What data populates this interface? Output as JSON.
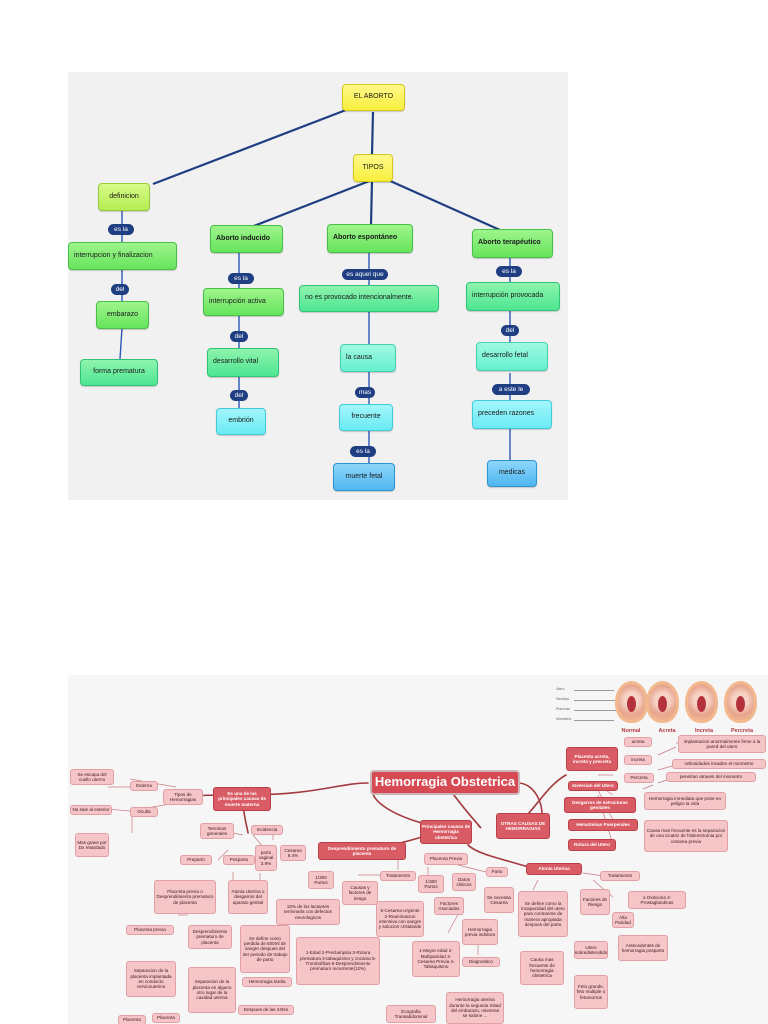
{
  "map1": {
    "root": "EL ABORTO",
    "tipos": "TIPOS",
    "definicion": "definicion",
    "es_la_1": "es la",
    "interrupcion_finalizacion": "interrupcion y finalizacion",
    "del_1": "del",
    "embarazo": "embarazo",
    "forma_prematura": "forma prematura",
    "inducido": "Aborto inducido",
    "es_la_2": "es la",
    "interrupcion_activa": "interrupción activa",
    "del_2": "del",
    "desarrollo_vital": "desarrollo vital",
    "del_3": "del",
    "embrion": "embrión",
    "espontaneo": "Aborto espontáneo",
    "es_aquel_que": "es aquel que",
    "no_provocado": "no es provocado intencionalmente.",
    "la_causa": "la causa",
    "mas": "mas",
    "frecuente": "frecuente",
    "es_la_3": "es la",
    "muerte_fetal": "muerte fetal",
    "terapeutico": "Aborto terapéutico",
    "es_la_4": "es la",
    "interrupcion_provocada": "interrupción provocada",
    "del_4": "del",
    "desarrollo_fetal": "desarrollo fetal",
    "a_este_le": "a este le",
    "preceden_razones": "preceden razones",
    "medicas": "medicas"
  },
  "map2": {
    "title": "Hemorragia Obstetrica",
    "uterus_labels": [
      "Normal",
      "Acreta",
      "Increta",
      "Percreta"
    ],
    "legend_labels": [
      "Útero",
      "Decidua",
      "Placenta",
      "Miometrio"
    ],
    "nodes": {
      "n1": "Se escapa del cuello uterno",
      "n2": "Externa",
      "n3": "Tipos de Hemorragias",
      "n4": "Es una de las principales causas de muerte materna",
      "n5": "No sale al exterior",
      "n6": "Oculta",
      "n7": "Mas grave por Dx retardado",
      "n8": "Terminos generales",
      "n9": "Incidencia",
      "n10": "Preparto",
      "n11": "Posparto",
      "n12": "parto vaginal 3.9%",
      "n13": "Cesarea 6.4%",
      "n14": "Placenta previa o Desprendimiento prematuro de placenta",
      "n15": "Atonia Uterina o desgarros del aparato genital",
      "n16": "Placenta previa",
      "n17": "Desprendimiento prematuro de placenta",
      "n18": "Se define como perdida de 500ml de sangre despues del 3er periodo de trabajo de parto",
      "n19": "Separacion de la placenta implantada en conducto cervicouterino",
      "n20": "Separacion de la placenta en alguno otro lugar de la cavidad uterina",
      "n21": "Hemorragia tardia",
      "n22": "Despues de las 24hrs",
      "n23": "Placenta",
      "n24": "Placenta",
      "n25": "Desprendimiento prematuro de placenta",
      "n26": "1/300 Partos",
      "n27": "Causas y factores de riesgo",
      "n28": "Tratamiento",
      "n29": "15% de los lactantes terminarla con defectos neurologicos",
      "n30": "5-Cesarea Urgente 2-Reanimacion intensiva con sangre y solucion cristaloide",
      "n31": "1-Edad 2-Preclampsia 3-Rotura prematura 4-tabaquismo y cocaina 5-Trombofilias 6-Desprendimiento prematuro recurrente(12%)",
      "n32": "Principales causas de Hemorragia obstetrica",
      "n33": "OTRAS CAUSAS DE HEMORRAGIAS",
      "n34": "Placenta Previa",
      "n35": "1/300 Partos",
      "n36": "Datos clinicos",
      "n37": "Parto",
      "n38": "Se necesita Cesarea",
      "n39": "Factores Asociados",
      "n40": "Hemorragia previa indolora",
      "n41": "1-Mayor edad 2-Multiparidad 3-Cesarea Previa 4-Tabaquismo",
      "n42": "Diagnostico",
      "n43": "Ecografia Transabdominal",
      "n44": "Hemorragia uterina durante la segunda mitad del embarazo, mientras se salone ...",
      "n45": "Placenta acreta, increta y precreta",
      "n46": "Inversion del Utero",
      "n47": "Desgarros de estructuras genitales",
      "n48": "Hematomas Puerperales",
      "n49": "Rotura del Utero",
      "n50": "acreta",
      "n51": "increta",
      "n52": "Percreta",
      "n53": "implantacion anormalmente firme a la pared del utero",
      "n54": "vellosidades invaden el miometrio",
      "n55": "penetran atraves del miometro",
      "n56": "Hemorragia inmediata que pone en peligro la vida",
      "n57": "Causa mas frecuente es la separacion de una cicatriz de histerectomia por cesarea previa",
      "n58": "Atonia Uterina",
      "n59": "Tratamiento",
      "n60": "Se define como la incapacidad del utero para contraerse de manera apropiada despues del parto",
      "n61": "Factores de Riesgo",
      "n62": "1-Oxitocina 2-Prostaglandinas",
      "n63": "Alta Paridad",
      "n64": "Utero sobredistendido",
      "n65": "Antecedentes de hemorragia posparto",
      "n66": "Causa mas frecuente de hemorragia obstetrica",
      "n67": "Feto grande, feto multiple o fetomorros"
    }
  },
  "colors": {
    "map2_title_fill": "#d64a53",
    "map2_node_fill": "#f5c5c8",
    "map2_dark_node_fill": "#d95c64",
    "connector_dark_red": "#a33a40",
    "connector_blue": "#1f3f82"
  }
}
